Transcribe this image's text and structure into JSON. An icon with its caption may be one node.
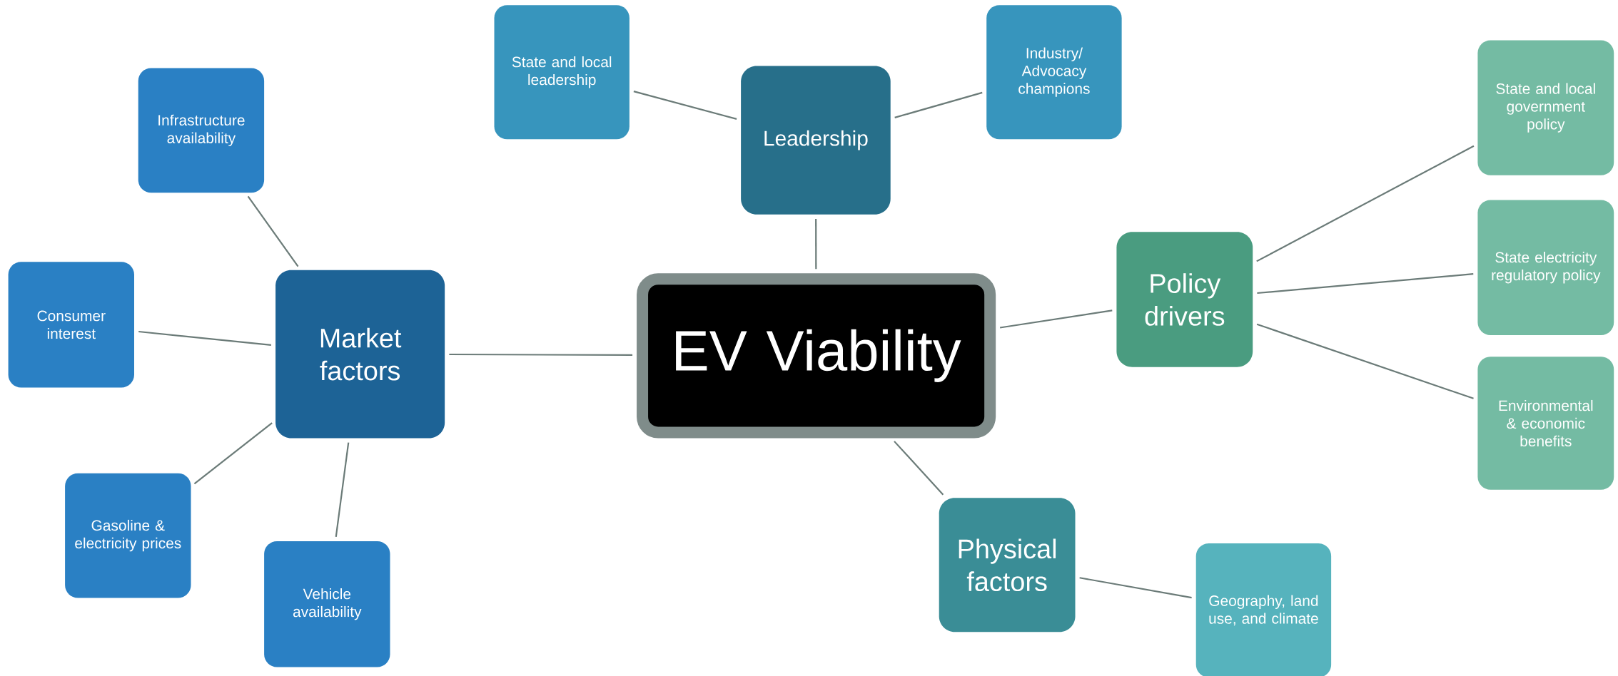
{
  "diagram": {
    "nodes": [
      {
        "text": [
          "EV Viability"
        ]
      },
      {
        "text": [
          "Leadership"
        ]
      },
      {
        "text": [
          "State and local leadership"
        ]
      },
      {
        "text": [
          "Industry/ Advocacy champions"
        ]
      },
      {
        "text": [
          "Market factors"
        ]
      },
      {
        "text": [
          "Infrastructure availability"
        ]
      },
      {
        "text": [
          "Consumer interest"
        ]
      },
      {
        "text": [
          "Gasoline & electricity prices"
        ]
      },
      {
        "text": [
          "Vehicle availability"
        ]
      },
      {
        "text": [
          "Policy drivers"
        ]
      },
      {
        "text": [
          "State and local government policy"
        ]
      },
      {
        "text": [
          "State electricity regulatory policy"
        ]
      },
      {
        "text": [
          "Environmental & economic benefits"
        ]
      },
      {
        "text": [
          "Physical factors"
        ]
      },
      {
        "text": [
          "Geography, land use, and climate"
        ]
      }
    ],
    "edges": [
      {
        "from": 0,
        "to": 1,
        "arrow": "none"
      },
      {
        "from": 1,
        "to": 2,
        "arrow": "none"
      },
      {
        "from": 1,
        "to": 3,
        "arrow": "none"
      },
      {
        "from": 0,
        "to": 4,
        "arrow": "none"
      },
      {
        "from": 4,
        "to": 5,
        "arrow": "none"
      },
      {
        "from": 4,
        "to": 6,
        "arrow": "none"
      },
      {
        "from": 4,
        "to": 7,
        "arrow": "none"
      },
      {
        "from": 4,
        "to": 8,
        "arrow": "none"
      },
      {
        "from": 0,
        "to": 9,
        "arrow": "none"
      },
      {
        "from": 9,
        "to": 10,
        "arrow": "none"
      },
      {
        "from": 9,
        "to": 11,
        "arrow": "none"
      },
      {
        "from": 9,
        "to": 12,
        "arrow": "none"
      },
      {
        "from": 0,
        "to": 13,
        "arrow": "none"
      },
      {
        "from": 13,
        "to": 14,
        "arrow": "none"
      }
    ]
  }
}
